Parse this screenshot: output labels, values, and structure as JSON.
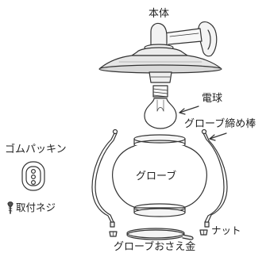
{
  "labels": {
    "body": "本体",
    "bulb": "電球",
    "globe_rod": "グローブ締め棒",
    "rubber_packing": "ゴムパッキン",
    "mounting_screw": "取付ネジ",
    "globe": "グローブ",
    "nut": "ナット",
    "globe_holder": "グローブおさえ金"
  }
}
